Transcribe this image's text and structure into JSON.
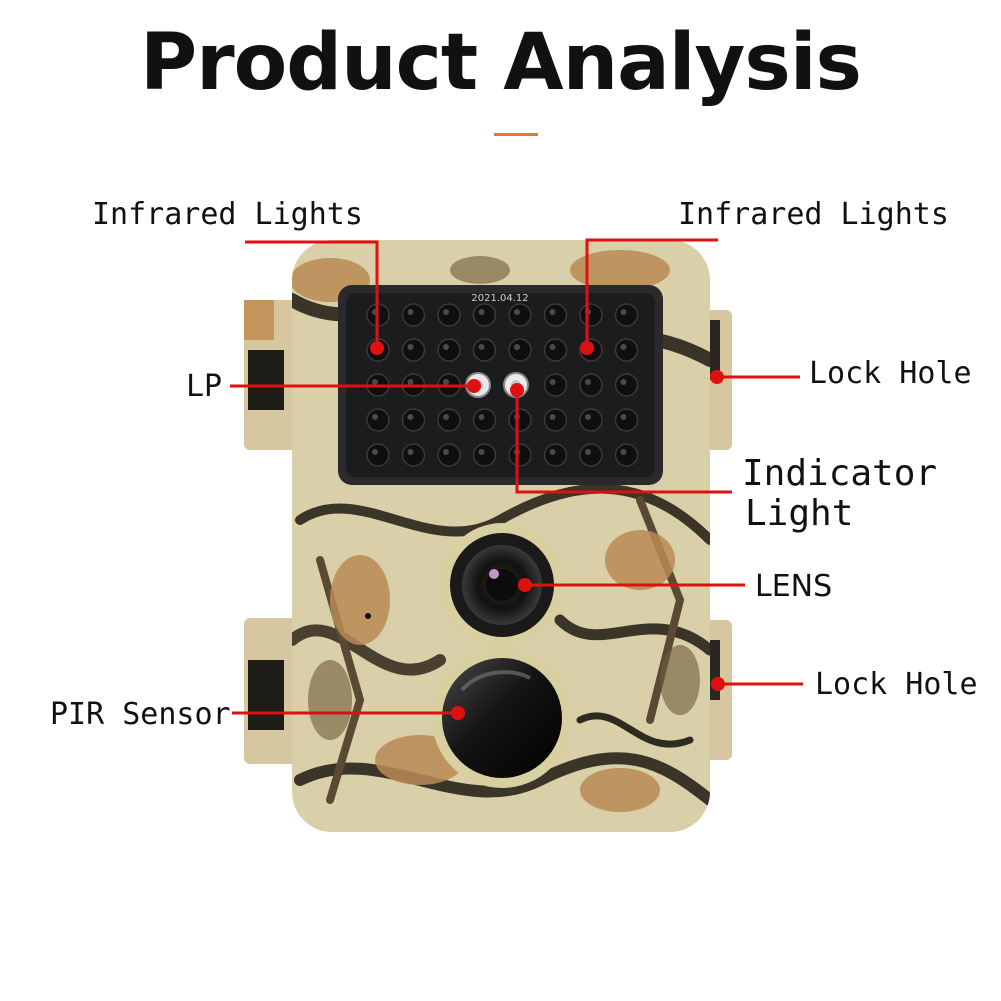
{
  "title": "Product Analysis",
  "colors": {
    "accent_bar": "#e8782a",
    "callout_line": "#e01010",
    "camo_base": "#d9cfa8",
    "camo_dark": "#3a3528",
    "ir_panel": "#2a2a2c"
  },
  "device": {
    "date_stamp": "2021.04.12"
  },
  "callouts": {
    "infrared_left": "Infrared Lights",
    "infrared_right": "Infrared Lights",
    "lp": "LP",
    "lock_hole_top": "Lock Hole",
    "indicator_line1": "Indicator",
    "indicator_line2": "Light",
    "lens": "LENS",
    "lock_hole_bottom": "Lock Hole",
    "pir": "PIR Sensor"
  },
  "icons": [
    "infrared-led-icon",
    "lens-icon",
    "pir-sensor-icon",
    "lock-hole-icon"
  ]
}
